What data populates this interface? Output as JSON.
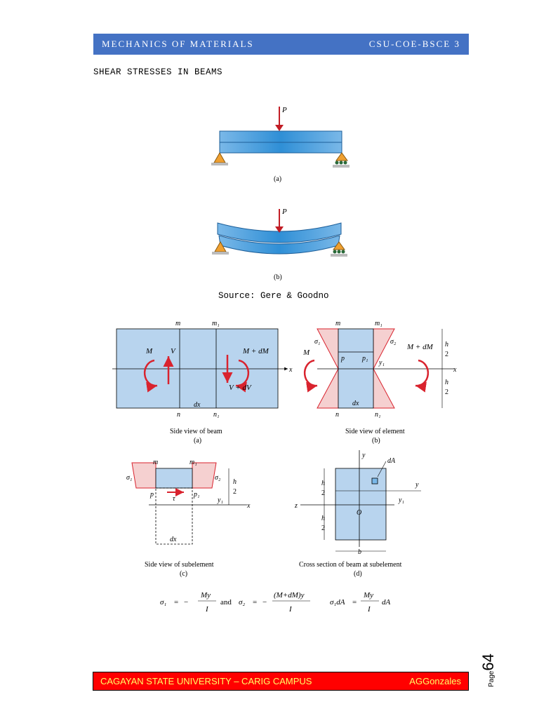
{
  "header": {
    "left": "MECHANICS OF MATERIALS",
    "right": "CSU-COE-BSCE 3"
  },
  "section_title": "SHEAR STRESSES IN BEAMS",
  "figure1": {
    "load_label": "P",
    "caption_a": "(a)",
    "caption_b": "(b)"
  },
  "source": "Source: Gere & Goodno",
  "figure2": {
    "a": {
      "m": "m",
      "m1": "m₁",
      "n": "n",
      "n1": "n₁",
      "M": "M",
      "V": "V",
      "M_dM": "M + dM",
      "V_dV": "V + dV",
      "dx": "dx",
      "x": "x",
      "caption": "Side view of beam",
      "sub": "(a)"
    },
    "b": {
      "m": "m",
      "m1": "m₁",
      "n": "n",
      "n1": "n₁",
      "sigma1": "σ₁",
      "sigma2": "σ₂",
      "M": "M",
      "M_dM": "M + dM",
      "p": "p",
      "p1": "p₁",
      "y1": "y₁",
      "h": "h",
      "two": "2",
      "dx": "dx",
      "x": "x",
      "caption": "Side view of element",
      "sub": "(b)"
    },
    "c": {
      "m": "m",
      "m1": "m₁",
      "sigma1": "σ₁",
      "sigma2": "σ₂",
      "p": "p",
      "p1": "p₁",
      "tau": "τ",
      "y1": "y₁",
      "h": "h",
      "two": "2",
      "dx": "dx",
      "x": "x",
      "caption": "Side view of subelement",
      "sub": "(c)"
    },
    "d": {
      "y": "y",
      "z": "z",
      "O": "O",
      "dA": "dA",
      "h": "h",
      "two": "2",
      "y_lbl": "y",
      "y1": "y₁",
      "b": "b",
      "caption": "Cross section of beam at subelement",
      "sub": "(d)"
    },
    "equations": {
      "sigma1": "σ₁",
      "eq": "=",
      "minus": "−",
      "My": "My",
      "I": "I",
      "and": "and",
      "sigma2": "σ₂",
      "MdMy": "(M+dM)y",
      "s1dA": "σ₁dA",
      "dA": "dA"
    }
  },
  "page": {
    "label": "Page",
    "number": "64"
  },
  "footer": {
    "left": "CAGAYAN STATE UNIVERSITY – CARIG CAMPUS",
    "right": "AGGonzales"
  },
  "colors": {
    "header_bg": "#4472c4",
    "footer_bg": "#ff0000",
    "footer_text": "#ffff66",
    "beam_blue": "#b8d4ee",
    "arrow_red": "#d9232e"
  }
}
